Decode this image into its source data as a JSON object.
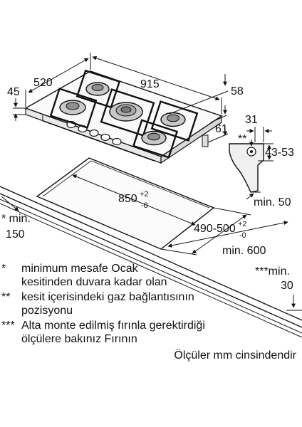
{
  "dimensions": {
    "d45": "45",
    "d520": "520",
    "d915": "915",
    "d58": "58",
    "d31": "31",
    "d61": "61",
    "dstar2": "**",
    "d4353": "43-53",
    "dmin50": "min. 50",
    "d850": "850",
    "d850_sup": "+2",
    "d850_sub": "-0",
    "d490": "490-500",
    "d490_sup": "+2",
    "d490_sub": "-0",
    "dmin600": "min. 600",
    "dstar1min": "* min.",
    "d150": "150",
    "dstar3min": "***min.",
    "d30": "30"
  },
  "notes": [
    {
      "mark": "*",
      "lines": [
        "minimum mesafe Ocak",
        "kesitinden duvara kadar olan"
      ]
    },
    {
      "mark": "**",
      "lines": [
        "kesit içerisindeki gaz bağlantısının",
        "pozisyonu"
      ]
    },
    {
      "mark": "***",
      "lines": [
        "Alta monte edilmiş fırınla gerektirdiği",
        "ölçülere bakınız Fırının"
      ]
    }
  ],
  "units_note": "Ölçüler mm cinsindendir"
}
